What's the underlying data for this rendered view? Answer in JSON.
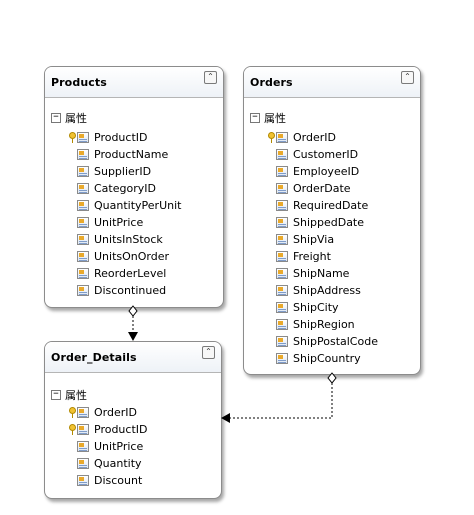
{
  "section_label": "属性",
  "expander_symbol": "−",
  "collapse_symbol": "⌃",
  "entities": {
    "products": {
      "title": "Products",
      "properties": [
        {
          "name": "ProductID",
          "key": true
        },
        {
          "name": "ProductName",
          "key": false
        },
        {
          "name": "SupplierID",
          "key": false
        },
        {
          "name": "CategoryID",
          "key": false
        },
        {
          "name": "QuantityPerUnit",
          "key": false
        },
        {
          "name": "UnitPrice",
          "key": false
        },
        {
          "name": "UnitsInStock",
          "key": false
        },
        {
          "name": "UnitsOnOrder",
          "key": false
        },
        {
          "name": "ReorderLevel",
          "key": false
        },
        {
          "name": "Discontinued",
          "key": false
        }
      ]
    },
    "orders": {
      "title": "Orders",
      "properties": [
        {
          "name": "OrderID",
          "key": true
        },
        {
          "name": "CustomerID",
          "key": false
        },
        {
          "name": "EmployeeID",
          "key": false
        },
        {
          "name": "OrderDate",
          "key": false
        },
        {
          "name": "RequiredDate",
          "key": false
        },
        {
          "name": "ShippedDate",
          "key": false
        },
        {
          "name": "ShipVia",
          "key": false
        },
        {
          "name": "Freight",
          "key": false
        },
        {
          "name": "ShipName",
          "key": false
        },
        {
          "name": "ShipAddress",
          "key": false
        },
        {
          "name": "ShipCity",
          "key": false
        },
        {
          "name": "ShipRegion",
          "key": false
        },
        {
          "name": "ShipPostalCode",
          "key": false
        },
        {
          "name": "ShipCountry",
          "key": false
        }
      ]
    },
    "order_details": {
      "title": "Order_Details",
      "properties": [
        {
          "name": "OrderID",
          "key": true
        },
        {
          "name": "ProductID",
          "key": true
        },
        {
          "name": "UnitPrice",
          "key": false
        },
        {
          "name": "Quantity",
          "key": false
        },
        {
          "name": "Discount",
          "key": false
        }
      ]
    }
  },
  "colors": {
    "border": "#8c8c8c",
    "link": "#000000",
    "key_gold": "#f1c232"
  }
}
